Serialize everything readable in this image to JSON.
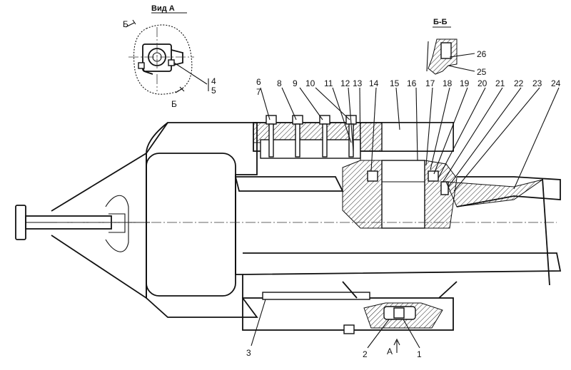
{
  "views": {
    "view_a": "Вид А",
    "section_bb": "Б-Б"
  },
  "section_marks": {
    "b_left": "Б",
    "b_bottom": "Б"
  },
  "arrow_label": "А",
  "callouts": {
    "n1": "1",
    "n2": "2",
    "n3": "3",
    "n4": "4",
    "n5": "5",
    "n6": "6",
    "n7": "7",
    "n8": "8",
    "n9": "9",
    "n10": "10",
    "n11": "11",
    "n12": "12",
    "n13": "13",
    "n14": "14",
    "n15": "15",
    "n16": "16",
    "n17": "17",
    "n18": "18",
    "n19": "19",
    "n20": "20",
    "n21": "21",
    "n22": "22",
    "n23": "23",
    "n24": "24",
    "n25": "25",
    "n26": "26"
  }
}
